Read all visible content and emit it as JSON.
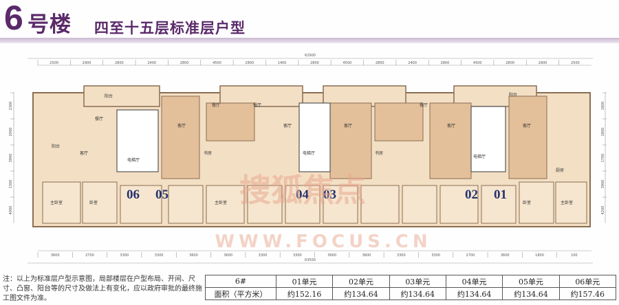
{
  "title": {
    "number": "6",
    "building": "号楼",
    "subtitle": "四至十五层标准层户型"
  },
  "plan": {
    "total_top": "62900",
    "total_bottom": "63500",
    "top_dims": [
      "2500",
      "2900",
      "2800",
      "2400",
      "2800",
      "4500",
      "2800",
      "1400",
      "2800",
      "4500",
      "2800",
      "2400",
      "2800",
      "4500",
      "2800",
      "2900",
      "2500"
    ],
    "bottom_dims": [
      "3600",
      "2700",
      "3300",
      "3300",
      "3600",
      "3600",
      "3300",
      "3300",
      "3600",
      "3600",
      "3300",
      "3300",
      "2700",
      "3600",
      "1800",
      "100"
    ],
    "left_dims": [
      "2300",
      "2000",
      "3900",
      "1300",
      "4000"
    ],
    "right_dims": [
      "1800",
      "1800",
      "1700",
      "3900",
      "4200"
    ],
    "units_left": [
      "06",
      "05"
    ],
    "units_mid": [
      "04",
      "03"
    ],
    "units_right": [
      "02",
      "01"
    ],
    "rooms": {
      "living": "客厅",
      "dining": "餐厅",
      "master": "主卧室",
      "bedroom": "卧室",
      "study": "书房",
      "kitchen": "厨房",
      "balcony": "阳台",
      "elevator": "电梯厅"
    }
  },
  "watermark": {
    "brand": "搜狐焦点",
    "url": "WWW.FOCUS.CN"
  },
  "note": "注：以上为标准层户型示意图，局部楼层在户型布局、开间、尺寸、凸窗、阳台等的尺寸及做法上有变化，应以政府审批的最终施工图文件为准。",
  "area_table": {
    "header": [
      "6#",
      "01单元",
      "02单元",
      "03单元",
      "04单元",
      "05单元",
      "06单元"
    ],
    "row": [
      "面积（平方米）",
      "约152.16",
      "约134.64",
      "约134.64",
      "约134.64",
      "约134.64",
      "约157.46"
    ]
  },
  "colors": {
    "title": "#5a2a6a",
    "wall": "#8a6d52",
    "floor": "#efd7b8",
    "living": "#e3c09a",
    "unit_label": "#25336e",
    "watermark": "#e8a890"
  }
}
